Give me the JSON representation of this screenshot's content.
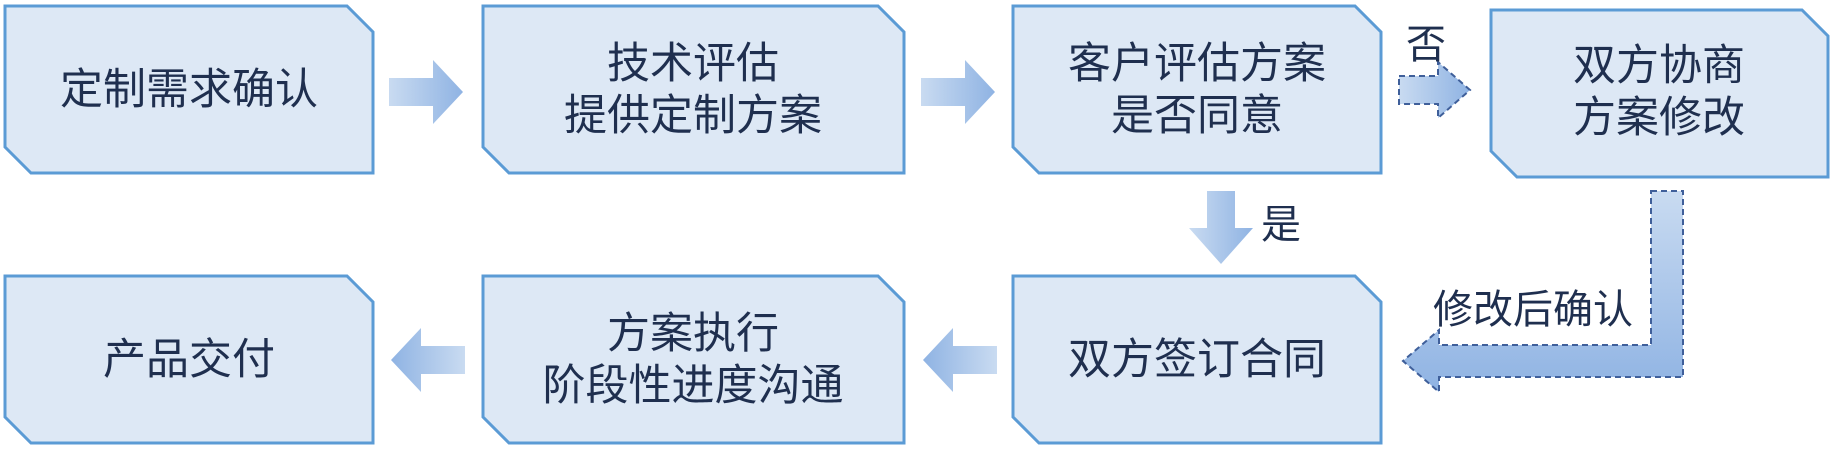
{
  "nodes": {
    "n1": {
      "lines": [
        "定制需求确认"
      ]
    },
    "n2": {
      "lines": [
        "技术评估",
        "提供定制方案"
      ]
    },
    "n3": {
      "lines": [
        "客户评估方案",
        "是否同意"
      ]
    },
    "n4": {
      "lines": [
        "双方协商",
        "方案修改"
      ]
    },
    "n5": {
      "lines": [
        "双方签订合同"
      ]
    },
    "n6": {
      "lines": [
        "方案执行",
        "阶段性进度沟通"
      ]
    },
    "n7": {
      "lines": [
        "产品交付"
      ]
    }
  },
  "edges": {
    "no_label": "否",
    "yes_label": "是",
    "revise_label": "修改后确认"
  },
  "colors": {
    "box_fill": "#dde8f5",
    "box_border": "#5b9bd5",
    "arrow_start": "#c9dbf1",
    "arrow_end": "#8fb3e3",
    "text": "#1f2f4f"
  }
}
